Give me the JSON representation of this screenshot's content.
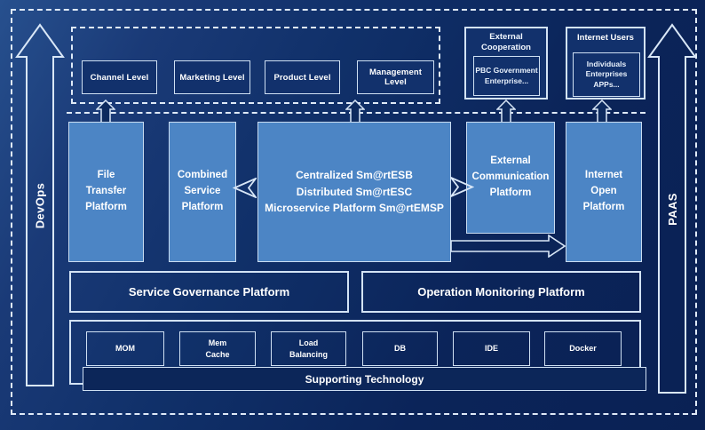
{
  "colors": {
    "background_navy": "#0e2a60",
    "platform_blue": "#4c85c5",
    "outline_light": "#dfeaf8",
    "text": "#ffffff"
  },
  "rails": {
    "left_label": "DevOps",
    "right_label": "PAAS"
  },
  "front_levels": {
    "items": [
      "Channel Level",
      "Marketing Level",
      "Product Level",
      "Management Level"
    ]
  },
  "external_cooperation": {
    "title": "External\nCooperation",
    "members": "PBC Government\nEnterprise..."
  },
  "internet_users": {
    "title": "Internet Users",
    "members": "Individuals\nEnterprises\nAPPs..."
  },
  "platforms": {
    "file_transfer": "File\nTransfer\nPlatform",
    "combined_service": "Combined\nService\nPlatform",
    "central_esb": "Centralized Sm@rtESB\nDistributed Sm@rtESC\nMicroservice Platform Sm@rtEMSP",
    "external_communication": "External\nCommunication\nPlatform",
    "internet_open": "Internet\nOpen\nPlatform"
  },
  "management_row": {
    "service_governance": "Service Governance Platform",
    "operation_monitoring": "Operation Monitoring Platform"
  },
  "supporting": {
    "technologies": [
      "MOM",
      "Mem\nCache",
      "Load\nBalancing",
      "DB",
      "IDE",
      "Docker"
    ],
    "bar_label": "Supporting Technology"
  }
}
